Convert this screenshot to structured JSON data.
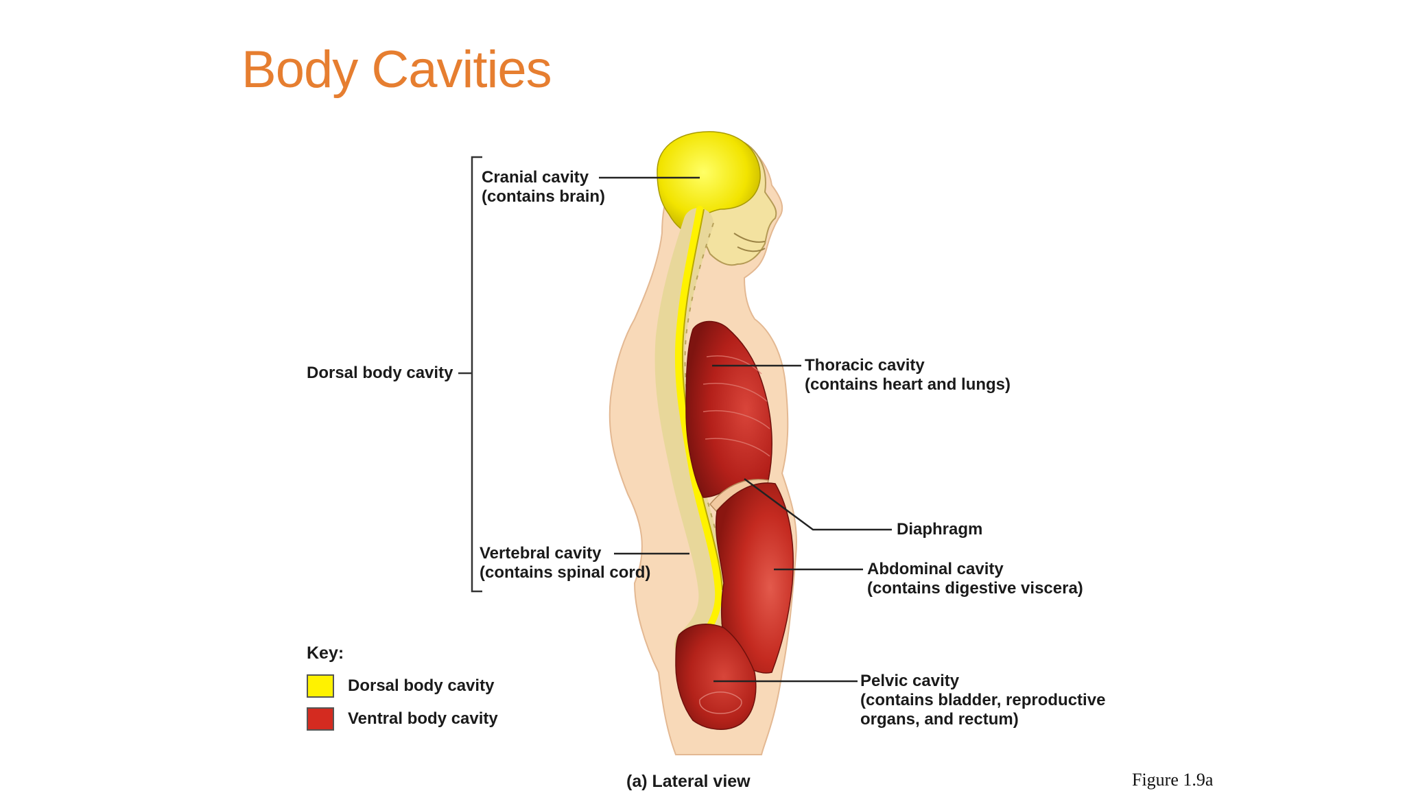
{
  "slide": {
    "title": "Body Cavities"
  },
  "figure": {
    "labels": {
      "cranial_1": "Cranial cavity",
      "cranial_2": "(contains brain)",
      "dorsal": "Dorsal body cavity",
      "vertebral_1": "Vertebral cavity",
      "vertebral_2": "(contains spinal cord)",
      "thoracic_1": "Thoracic cavity",
      "thoracic_2": "(contains heart and lungs)",
      "diaphragm": "Diaphragm",
      "abdominal_1": "Abdominal cavity",
      "abdominal_2": "(contains digestive viscera)",
      "pelvic_1": "Pelvic cavity",
      "pelvic_2": "(contains bladder, reproductive",
      "pelvic_3": "organs, and rectum)"
    },
    "key": {
      "title": "Key:",
      "items": [
        {
          "label": "Dorsal body cavity",
          "color": "#FFF200"
        },
        {
          "label": "Ventral body cavity",
          "color": "#D42B20"
        }
      ]
    },
    "view_caption": "(a) Lateral view",
    "figure_number": "Figure 1.9a"
  },
  "colors": {
    "title": "#E67E30",
    "skin": "#F8D9B8",
    "dorsal": "#FFF200",
    "ventral": "#C8261E"
  }
}
